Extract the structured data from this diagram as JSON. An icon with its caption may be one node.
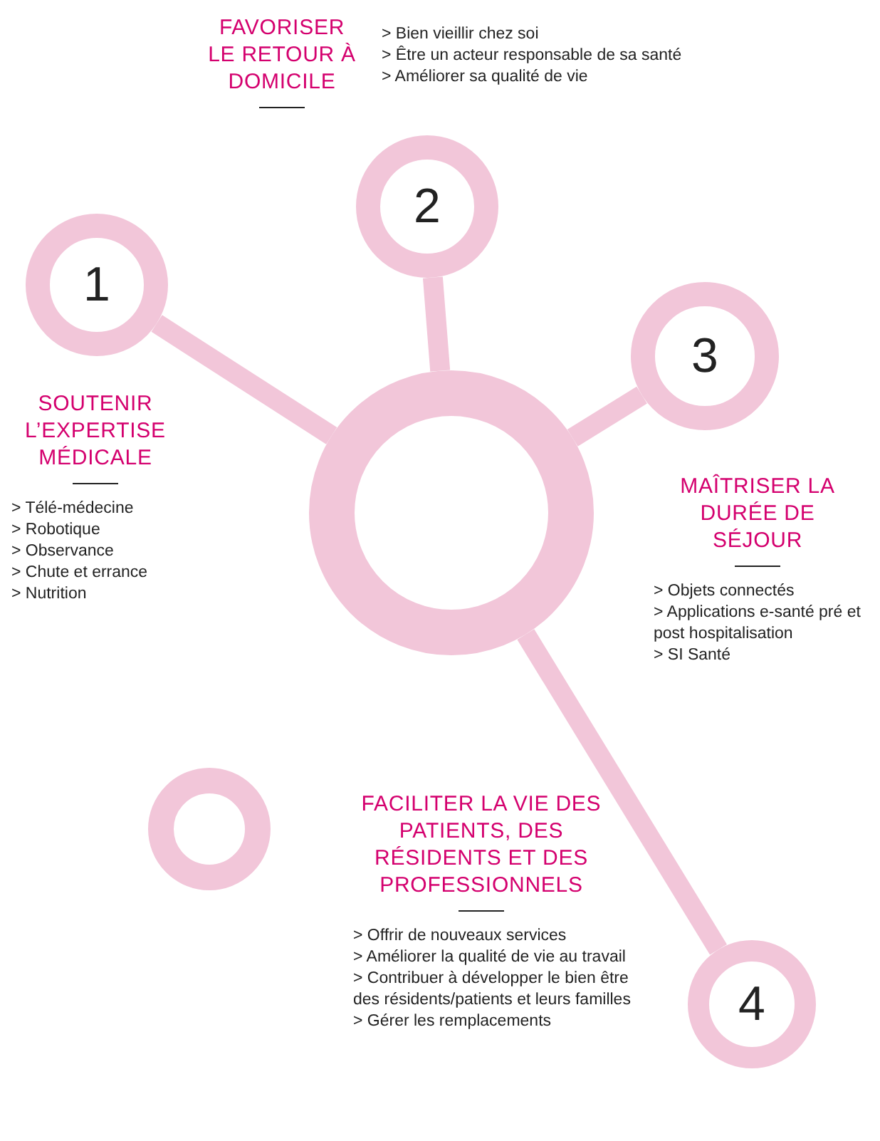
{
  "diagram": {
    "nodes": [
      {
        "text": [],
        "shape": "circle"
      },
      {
        "text": [
          "1"
        ],
        "beside": [
          "SOUTENIR L’EXPERTISE MÉDICALE",
          "> Télé-médecine",
          "> Robotique",
          "> Observance",
          "> Chute et errance",
          "> Nutrition"
        ]
      },
      {
        "text": [
          "2"
        ],
        "beside": [
          "FAVORISER LE RETOUR À DOMICILE",
          "> Bien vieillir chez soi",
          "> Être un acteur responsable de sa santé",
          "> Améliorer sa qualité de vie"
        ]
      },
      {
        "text": [
          "3"
        ],
        "beside": [
          "MAÎTRISER LA DURÉE DE SÉJOUR",
          "> Objets connectés",
          "> Applications e-santé pré et post hospitalisation",
          "> SI Santé"
        ]
      },
      {
        "text": [
          "4"
        ]
      },
      {
        "text": [],
        "shape": "circle"
      }
    ],
    "edges": [
      {
        "from": 0,
        "to": 1,
        "arrow": "none"
      },
      {
        "from": 0,
        "to": 2,
        "arrow": "none"
      },
      {
        "from": 0,
        "to": 3,
        "arrow": "none"
      },
      {
        "from": 0,
        "to": 4,
        "arrow": "none"
      }
    ],
    "labels": [
      "FACILITER LA VIE DES PATIENTS, DES RÉSIDENTS ET DES PROFESSIONNELS",
      "> Offrir de nouveaux services",
      "> Améliorer la qualité de vie au travail",
      "> Contribuer à développer le bien être des résidents/patients et leurs familles",
      "> Gérer les remplacements"
    ]
  }
}
